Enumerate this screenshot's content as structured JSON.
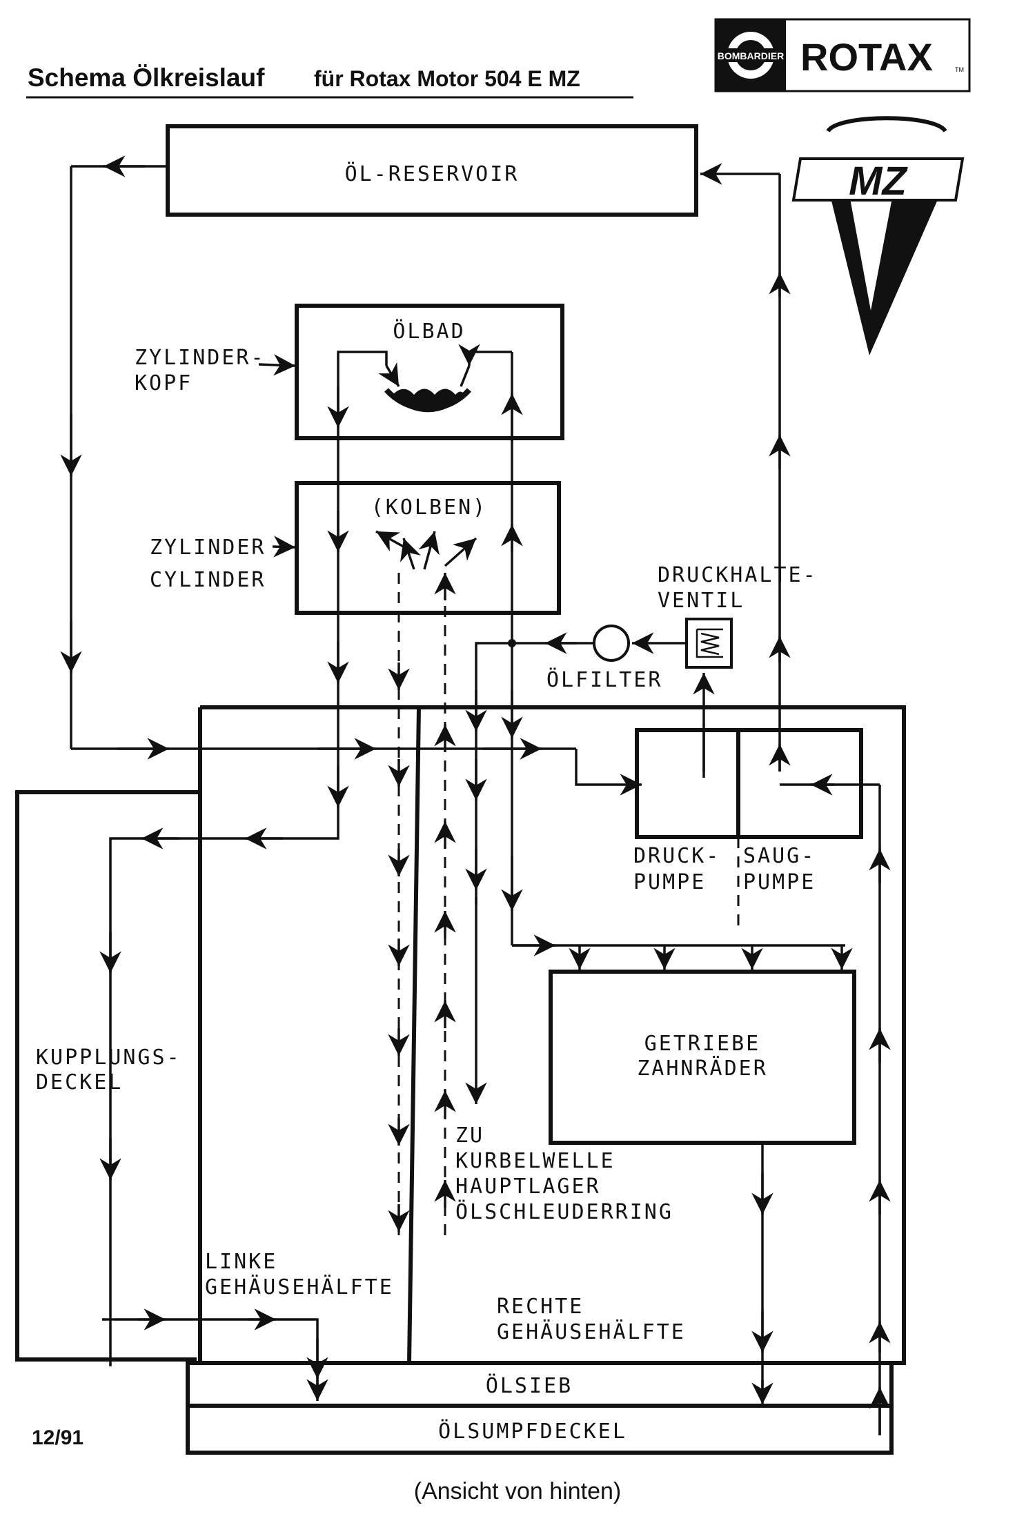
{
  "header": {
    "title_main": "Schema Ölkreislauf",
    "title_sub": "für Rotax Motor 504 E MZ"
  },
  "logos": {
    "bombardier": "BOMBARDIER",
    "rotax": "ROTAX",
    "rotax_tm": "TM",
    "mz": "MZ"
  },
  "labels": {
    "oil_reservoir": "ÖL-RESERVOIR",
    "oil_bath": "ÖLBAD",
    "cylinder_head_1": "ZYLINDER-",
    "cylinder_head_2": "KOPF",
    "piston": "(KOLBEN)",
    "cylinder_1": "ZYLINDER",
    "cylinder_2": "CYLINDER",
    "pressure_valve_1": "DRUCKHALTE-",
    "pressure_valve_2": "VENTIL",
    "oil_filter": "ÖLFILTER",
    "pressure_pump_1": "DRUCK-",
    "pressure_pump_2": "PUMPE",
    "suction_pump_1": "SAUG-",
    "suction_pump_2": "PUMPE",
    "gearbox_1": "GETRIEBE",
    "gearbox_2": "ZAHNRÄDER",
    "clutch_cover_1": "KUPPLUNGS-",
    "clutch_cover_2": "DECKEL",
    "crank_1": "ZU",
    "crank_2": "KURBELWELLE",
    "crank_3": "HAUPTLAGER",
    "crank_4": "ÖLSCHLEUDERRING",
    "left_half_1": "LINKE",
    "left_half_2": "GEHÄUSEHÄLFTE",
    "right_half_1": "RECHTE",
    "right_half_2": "GEHÄUSEHÄLFTE",
    "oil_strainer": "ÖLSIEB",
    "oil_sump_cover": "ÖLSUMPFDECKEL"
  },
  "footer": {
    "date_code": "12/91",
    "view_note": "(Ansicht von hinten)"
  }
}
